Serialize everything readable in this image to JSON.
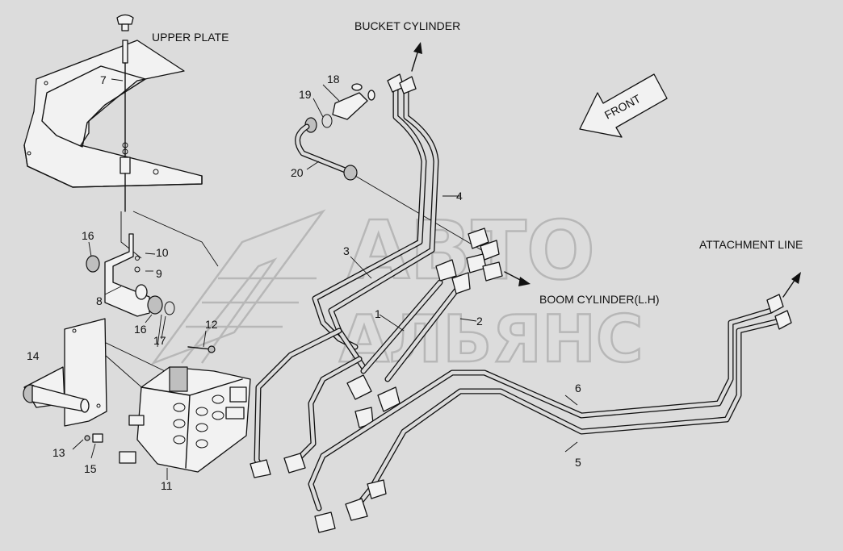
{
  "labels": {
    "upper_plate": "UPPER PLATE",
    "bucket_cylinder": "BUCKET CYLINDER",
    "front": "FRONT",
    "attachment_line": "ATTACHMENT LINE",
    "boom_cylinder": "BOOM CYLINDER(L.H)"
  },
  "watermark": {
    "line1": "АВТО",
    "line2": "АЛЬЯНС"
  },
  "parts": {
    "p1": "1",
    "p2": "2",
    "p3": "3",
    "p4": "4",
    "p5": "5",
    "p6": "6",
    "p7": "7",
    "p8": "8",
    "p9": "9",
    "p10": "10",
    "p11": "11",
    "p12": "12",
    "p13": "13",
    "p14": "14",
    "p15": "15",
    "p16a": "16",
    "p16b": "16",
    "p17": "17",
    "p18": "18",
    "p19": "19",
    "p20": "20"
  }
}
